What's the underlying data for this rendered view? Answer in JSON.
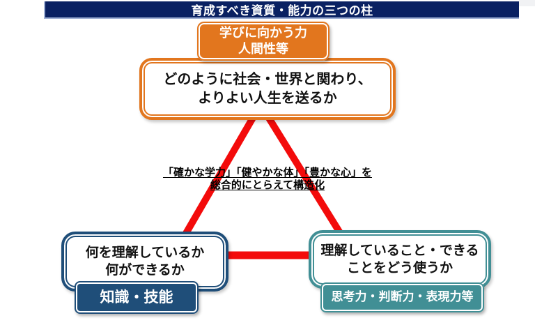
{
  "title_bar": {
    "text": "育成すべき資質・能力の三つの柱"
  },
  "pillars": {
    "learning": {
      "tag": "学びに向かう力\n人間性等",
      "question": "どのように社会・世界と関わり、\nよりよい人生を送るか"
    },
    "knowledge": {
      "question": "何を理解しているか\n何ができるか",
      "tag": "知識・技能"
    },
    "thinking": {
      "question": "理解していること・できる\nことをどう使うか",
      "tag": "思考力・判断力・表現力等"
    }
  },
  "center_note": "「確かな学力」「健やかな体」「豊かな心」を\n総合的にとらえて構造化",
  "colors": {
    "title_navy": "#0A2162",
    "orange": "#E2761E",
    "navy": "#1F4E79",
    "teal": "#418F95",
    "red": "#F30B0B"
  }
}
